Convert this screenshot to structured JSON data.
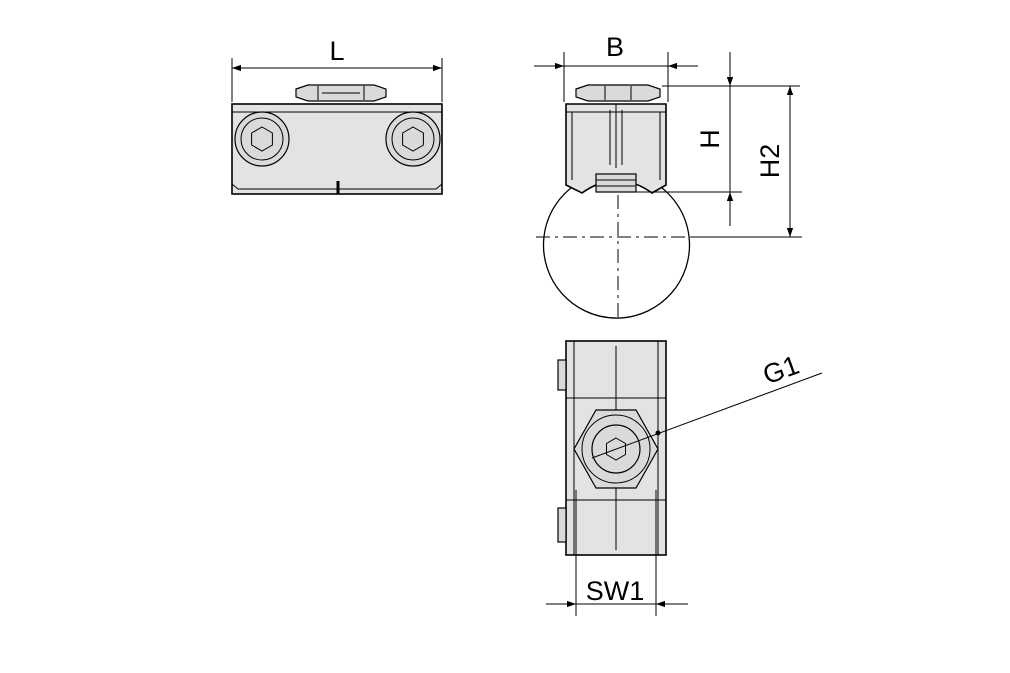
{
  "dimensions": {
    "length": "L",
    "width": "B",
    "height": "H",
    "overall_height": "H2",
    "wrench_size": "SW1",
    "thread": "G1"
  },
  "colors": {
    "line": "#000000",
    "part_fill": "#e3e3e3",
    "background": "#ffffff"
  },
  "icons": [
    "hex-socket-icon"
  ]
}
